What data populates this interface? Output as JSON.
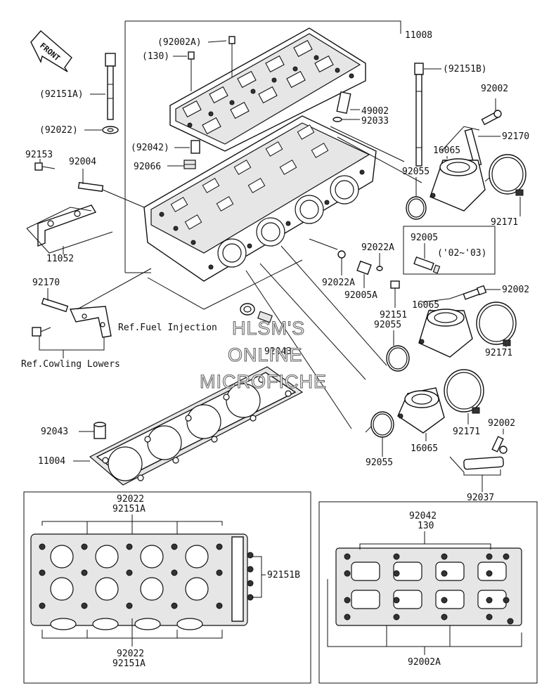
{
  "labels": {
    "l11008": "11008",
    "l92002A_top": "(92002A)",
    "l130_top": "(130)",
    "l92151A": "(92151A)",
    "l92022_left": "(92022)",
    "l92153": "92153",
    "l92004": "92004",
    "l11052": "11052",
    "l92042_p": "(92042)",
    "l92066": "92066",
    "l49002": "49002",
    "l92033": "92033",
    "l92151B_top": "(92151B)",
    "l92002_a": "92002",
    "l92170_right": "92170",
    "l16065_a": "16065",
    "l92055_a": "92055",
    "l92171_a": "92171",
    "l92005": "92005",
    "l02_03": "('02~'03)",
    "l92022A_a": "92022A",
    "l92022A_b": "92022A",
    "l92005A": "92005A",
    "l92151": "92151",
    "l92002_b": "92002",
    "l16065_b": "16065",
    "l92055_b": "92055",
    "l92171_b": "92171",
    "l92170_left": "92170",
    "ref_fuel": "Ref.Fuel Injection",
    "l92043_mid": "92043",
    "ref_cowl": "Ref.Cowling Lowers",
    "l92043_left": "92043",
    "l11004": "11004",
    "l16065_c": "16065",
    "l92171_c": "92171",
    "l92002_c": "92002",
    "l92055_c": "92055",
    "l92037": "92037",
    "bl_top_92022": "92022",
    "bl_top_92151A": "92151A",
    "bl_92151B": "92151B",
    "bl_bot_92022": "92022",
    "bl_bot_92151A": "92151A",
    "br_92042": "92042",
    "br_130": "130",
    "br_92002A": "92002A"
  },
  "front": "FRONT",
  "watermark": [
    "HLSM'S",
    "ONLINE",
    "MICROFICHE"
  ]
}
